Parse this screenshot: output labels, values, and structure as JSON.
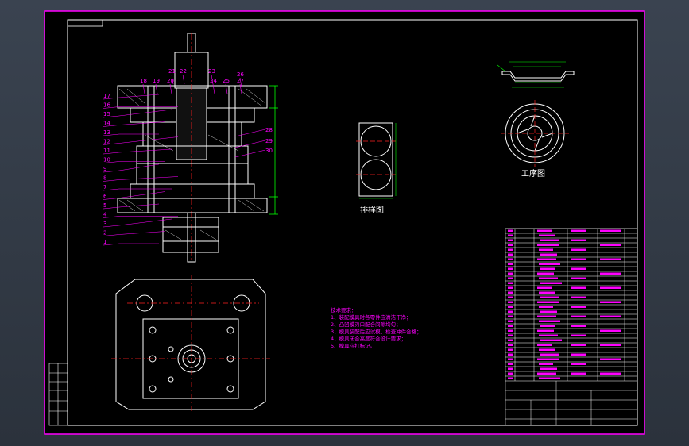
{
  "drawing": {
    "view_labels": {
      "blank_layout": "排样图",
      "process_part": "工序图"
    },
    "part_numbers": [
      "1",
      "2",
      "3",
      "4",
      "5",
      "6",
      "7",
      "8",
      "9",
      "10",
      "11",
      "12",
      "13",
      "14",
      "15",
      "16",
      "17",
      "18",
      "19",
      "20",
      "21",
      "22",
      "23",
      "24",
      "25",
      "26",
      "27",
      "28",
      "29",
      "30"
    ],
    "tech_requirements": {
      "heading": "技术要求：",
      "items": [
        "1、装配模具时各零件应清洁干净；",
        "2、凸凹模刃口配合间隙均匀；",
        "3、模具装配后应试模，检查冲件合格；",
        "4、模具闭合高度符合设计要求；",
        "5、模具应打标记。"
      ]
    },
    "colors": {
      "background": "#000000",
      "frame": "#ffffff",
      "part": "#ffffff",
      "leaders": "#ff00ff",
      "dimensions": "#00ff00",
      "centerlines": "#ff2020",
      "text": "#ff00ff",
      "outer_border": "#ff00ff"
    }
  }
}
